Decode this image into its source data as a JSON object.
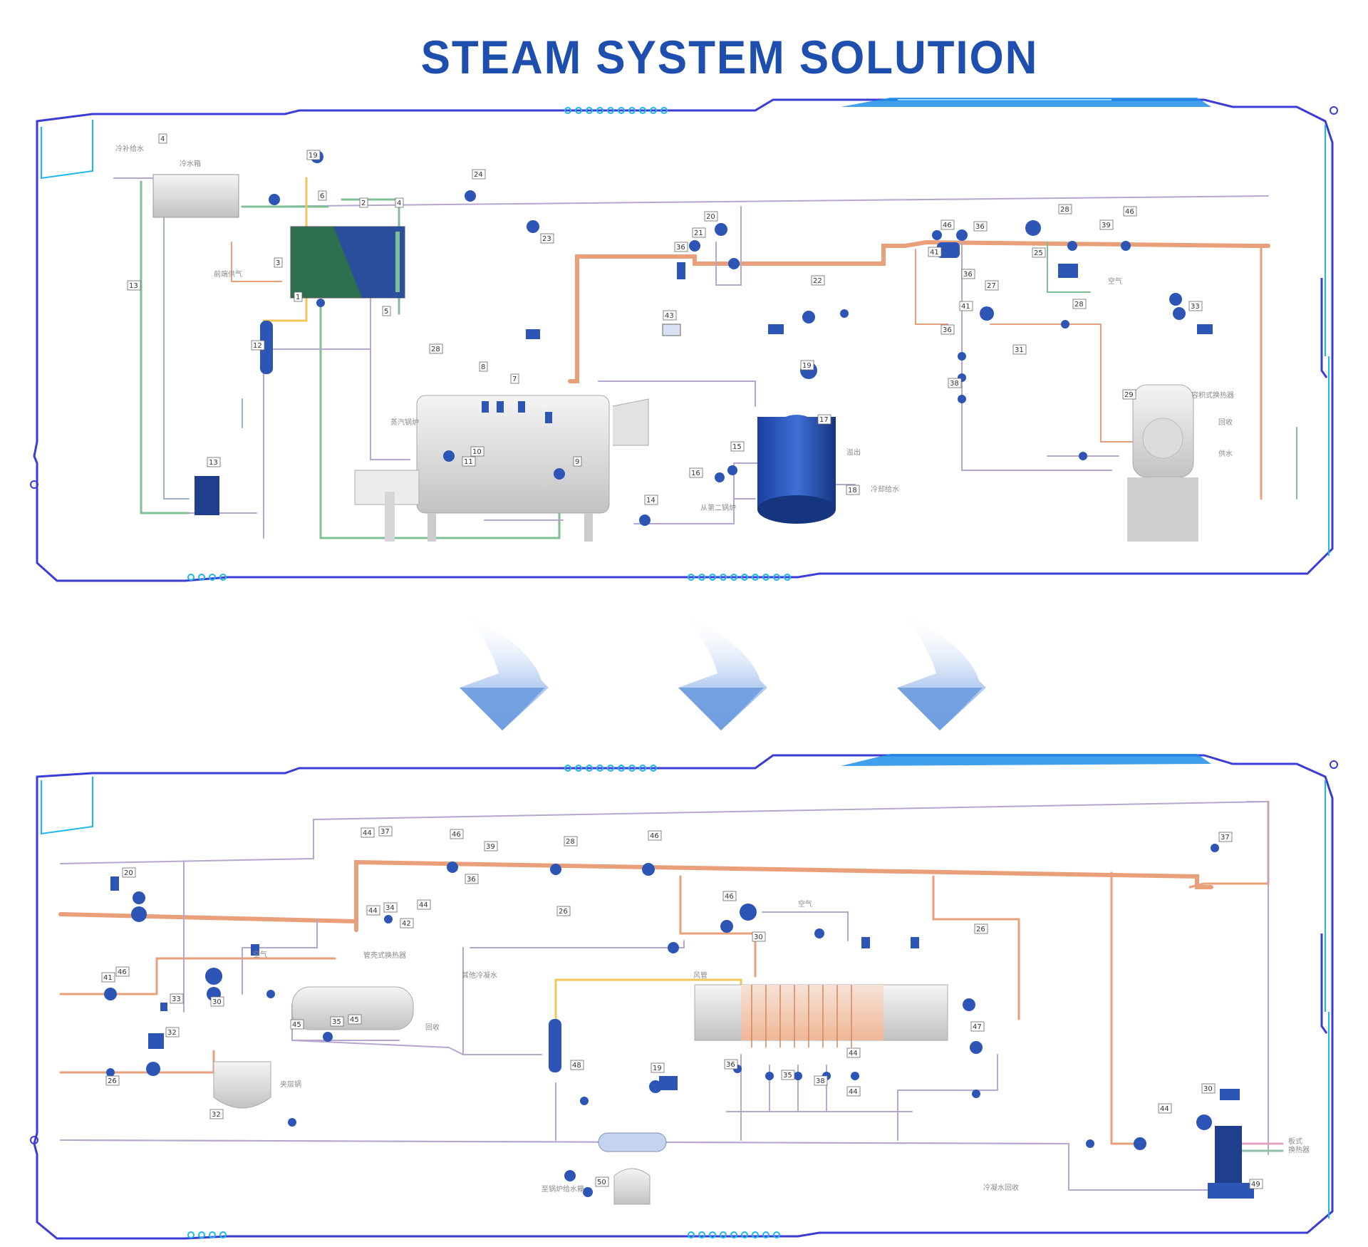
{
  "title": "STEAM SYSTEM SOLUTION",
  "colors": {
    "title": "#1f4fae",
    "frame_dark": "#3b3bd6",
    "frame_cyan": "#1fb6ee",
    "steam_pipe": "#e9a07a",
    "water_pipe": "#7fbf96",
    "condensate_pipe": "#b7a6cf",
    "flow_arrow": "#9fc0ee"
  },
  "top_diagram": {
    "tags": [
      {
        "name": "tag-19-top",
        "text": "19"
      },
      {
        "name": "tag-4",
        "text": "4"
      },
      {
        "name": "tag-6",
        "text": "6"
      },
      {
        "name": "tag-2",
        "text": "2"
      },
      {
        "name": "tag-4b",
        "text": "4"
      },
      {
        "name": "tag-3",
        "text": "3"
      },
      {
        "name": "tag-1",
        "text": "1"
      },
      {
        "name": "tag-5",
        "text": "5"
      },
      {
        "name": "tag-13a",
        "text": "13"
      },
      {
        "name": "tag-12",
        "text": "12"
      },
      {
        "name": "tag-13b",
        "text": "13"
      },
      {
        "name": "tag-24",
        "text": "24"
      },
      {
        "name": "tag-23",
        "text": "23"
      },
      {
        "name": "tag-20",
        "text": "20"
      },
      {
        "name": "tag-21",
        "text": "21"
      },
      {
        "name": "tag-36a",
        "text": "36"
      },
      {
        "name": "tag-22",
        "text": "22"
      },
      {
        "name": "tag-43",
        "text": "43"
      },
      {
        "name": "tag-28a",
        "text": "28"
      },
      {
        "name": "tag-8",
        "text": "8"
      },
      {
        "name": "tag-7",
        "text": "7"
      },
      {
        "name": "tag-10",
        "text": "10"
      },
      {
        "name": "tag-11",
        "text": "11"
      },
      {
        "name": "tag-9",
        "text": "9"
      },
      {
        "name": "tag-19b",
        "text": "19"
      },
      {
        "name": "tag-17",
        "text": "17"
      },
      {
        "name": "tag-15",
        "text": "15"
      },
      {
        "name": "tag-16",
        "text": "16"
      },
      {
        "name": "tag-18",
        "text": "18"
      },
      {
        "name": "tag-14",
        "text": "14"
      },
      {
        "name": "tag-46a",
        "text": "46"
      },
      {
        "name": "tag-36b",
        "text": "36"
      },
      {
        "name": "tag-41",
        "text": "41"
      },
      {
        "name": "tag-36c",
        "text": "36"
      },
      {
        "name": "tag-25",
        "text": "25"
      },
      {
        "name": "tag-28b",
        "text": "28"
      },
      {
        "name": "tag-39",
        "text": "39"
      },
      {
        "name": "tag-46b",
        "text": "46"
      },
      {
        "name": "tag-27",
        "text": "27"
      },
      {
        "name": "tag-41b",
        "text": "41"
      },
      {
        "name": "tag-36d",
        "text": "36"
      },
      {
        "name": "tag-28c",
        "text": "28"
      },
      {
        "name": "tag-31",
        "text": "31"
      },
      {
        "name": "tag-38",
        "text": "38"
      },
      {
        "name": "tag-33",
        "text": "33"
      },
      {
        "name": "tag-29",
        "text": "29"
      }
    ]
  },
  "bottom_diagram": {
    "tags": [
      {
        "name": "btag-44a",
        "text": "44"
      },
      {
        "name": "btag-37a",
        "text": "37"
      },
      {
        "name": "btag-46a",
        "text": "46"
      },
      {
        "name": "btag-39",
        "text": "39"
      },
      {
        "name": "btag-28",
        "text": "28"
      },
      {
        "name": "btag-46b",
        "text": "46"
      },
      {
        "name": "btag-36",
        "text": "36"
      },
      {
        "name": "btag-26a",
        "text": "26"
      },
      {
        "name": "btag-20",
        "text": "20"
      },
      {
        "name": "btag-44b",
        "text": "44"
      },
      {
        "name": "btag-34",
        "text": "34"
      },
      {
        "name": "btag-44c",
        "text": "44"
      },
      {
        "name": "btag-42",
        "text": "42"
      },
      {
        "name": "btag-46c",
        "text": "46"
      },
      {
        "name": "btag-30a",
        "text": "30"
      },
      {
        "name": "btag-26b",
        "text": "26"
      },
      {
        "name": "btag-46d",
        "text": "46"
      },
      {
        "name": "btag-41",
        "text": "41"
      },
      {
        "name": "btag-33",
        "text": "33"
      },
      {
        "name": "btag-30b",
        "text": "30"
      },
      {
        "name": "btag-45a",
        "text": "45"
      },
      {
        "name": "btag-35a",
        "text": "35"
      },
      {
        "name": "btag-45b",
        "text": "45"
      },
      {
        "name": "btag-32a",
        "text": "32"
      },
      {
        "name": "btag-26c",
        "text": "26"
      },
      {
        "name": "btag-32b",
        "text": "32"
      },
      {
        "name": "btag-48",
        "text": "48"
      },
      {
        "name": "btag-19",
        "text": "19"
      },
      {
        "name": "btag-50",
        "text": "50"
      },
      {
        "name": "btag-36b",
        "text": "36"
      },
      {
        "name": "btag-35b",
        "text": "35"
      },
      {
        "name": "btag-38",
        "text": "38"
      },
      {
        "name": "btag-44d",
        "text": "44"
      },
      {
        "name": "btag-44e",
        "text": "44"
      },
      {
        "name": "btag-47",
        "text": "47"
      },
      {
        "name": "btag-37b",
        "text": "37"
      },
      {
        "name": "btag-44f",
        "text": "44"
      },
      {
        "name": "btag-30c",
        "text": "30"
      },
      {
        "name": "btag-49",
        "text": "49"
      }
    ]
  }
}
